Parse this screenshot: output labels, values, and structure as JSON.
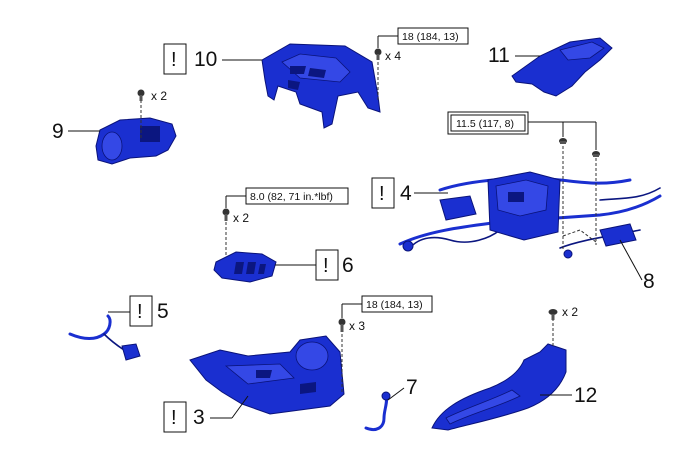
{
  "callouts": [
    {
      "id": "10",
      "label": "10",
      "caution": true
    },
    {
      "id": "11",
      "label": "11",
      "caution": false
    },
    {
      "id": "9",
      "label": "9",
      "caution": false
    },
    {
      "id": "4",
      "label": "4",
      "caution": true
    },
    {
      "id": "8",
      "label": "8",
      "caution": false
    },
    {
      "id": "6",
      "label": "6",
      "caution": true
    },
    {
      "id": "5",
      "label": "5",
      "caution": true
    },
    {
      "id": "3",
      "label": "3",
      "caution": true
    },
    {
      "id": "7",
      "label": "7",
      "caution": false
    },
    {
      "id": "12",
      "label": "12",
      "caution": false
    }
  ],
  "caution_mark": "!",
  "torques": {
    "t10": "18 (184, 13)",
    "t4": "11.5 (117, 8)",
    "t6": "8.0 (82, 71 in.*lbf)",
    "t3": "18 (184, 13)"
  },
  "quantities": {
    "q10": "x 4",
    "q9": "x 2",
    "q6": "x 2",
    "q3": "x 3",
    "q12": "x 2"
  },
  "colors": {
    "part": "#1a2fd0",
    "part_dark": "#0b1680"
  }
}
